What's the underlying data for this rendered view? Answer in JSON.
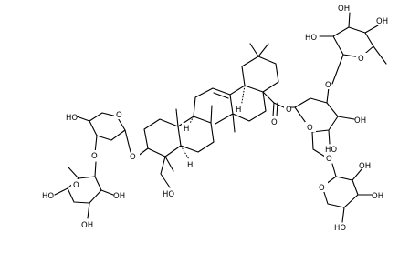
{
  "figure": {
    "labels": {
      "ho": "HO",
      "oh": "OH",
      "o": "O",
      "h": "H"
    },
    "colors": {
      "line": "#000000",
      "background": "#ffffff"
    }
  }
}
